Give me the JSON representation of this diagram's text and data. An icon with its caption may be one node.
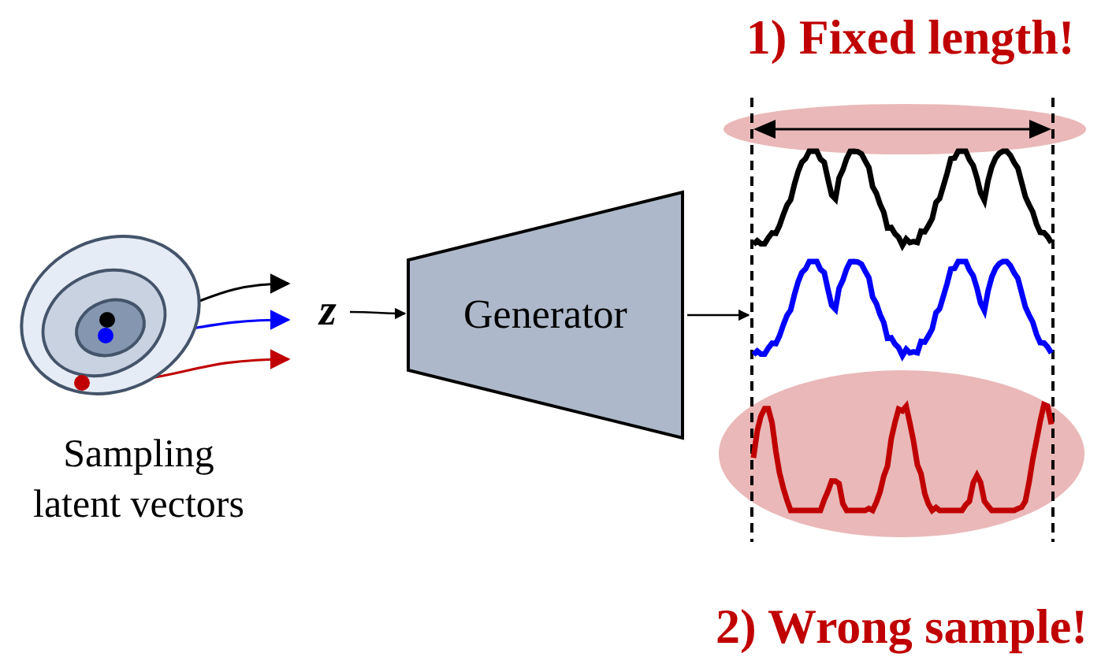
{
  "diagram": {
    "nodes": [
      {
        "text": [],
        "shape": "ellipse",
        "beside": [
          "Sampling latent vectors"
        ]
      },
      {
        "text": [
          "z"
        ]
      },
      {
        "text": [
          "Generator"
        ]
      },
      {
        "text": [],
        "shape": "waveform"
      }
    ],
    "edges": [
      {
        "from": 0,
        "to": 1,
        "arrow": "to"
      },
      {
        "from": 0,
        "to": 1,
        "arrow": "to",
        "color": "#0000ff"
      },
      {
        "from": 0,
        "to": 1,
        "arrow": "to",
        "color": "#c00000"
      },
      {
        "from": 1,
        "to": 2,
        "arrow": "to"
      },
      {
        "from": 2,
        "to": 3,
        "arrow": "to"
      }
    ],
    "labels": [
      "1) Fixed length!",
      "2) Wrong sample!"
    ]
  }
}
